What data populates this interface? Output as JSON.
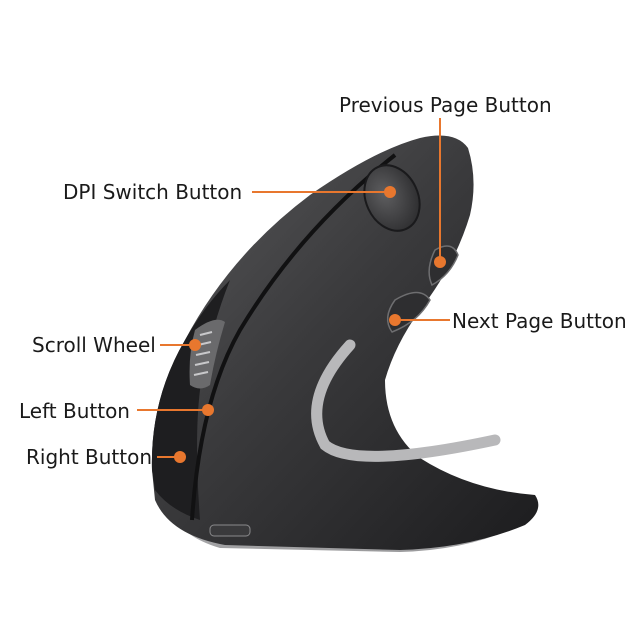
{
  "diagram": {
    "accent_color": "#e8772e",
    "callouts": [
      {
        "id": "previous-page-button",
        "label": "Previous Page Button"
      },
      {
        "id": "dpi-switch-button",
        "label": "DPI Switch Button"
      },
      {
        "id": "next-page-button",
        "label": "Next Page Button"
      },
      {
        "id": "scroll-wheel",
        "label": "Scroll Wheel"
      },
      {
        "id": "left-button",
        "label": "Left Button"
      },
      {
        "id": "right-button",
        "label": "Right Button"
      }
    ]
  }
}
